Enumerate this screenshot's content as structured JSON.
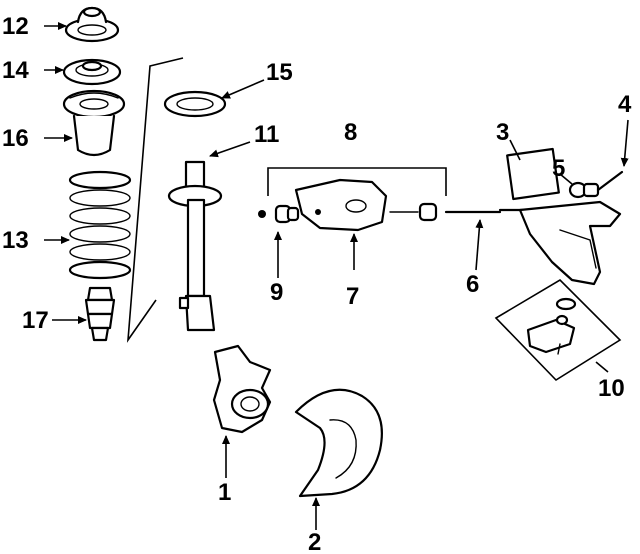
{
  "diagram": {
    "callouts": {
      "c1": "1",
      "c2": "2",
      "c3": "3",
      "c4": "4",
      "c5": "5",
      "c6": "6",
      "c7": "7",
      "c8": "8",
      "c9": "9",
      "c10": "10",
      "c11": "11",
      "c12": "12",
      "c13": "13",
      "c14": "14",
      "c15": "15",
      "c16": "16",
      "c17": "17"
    }
  }
}
